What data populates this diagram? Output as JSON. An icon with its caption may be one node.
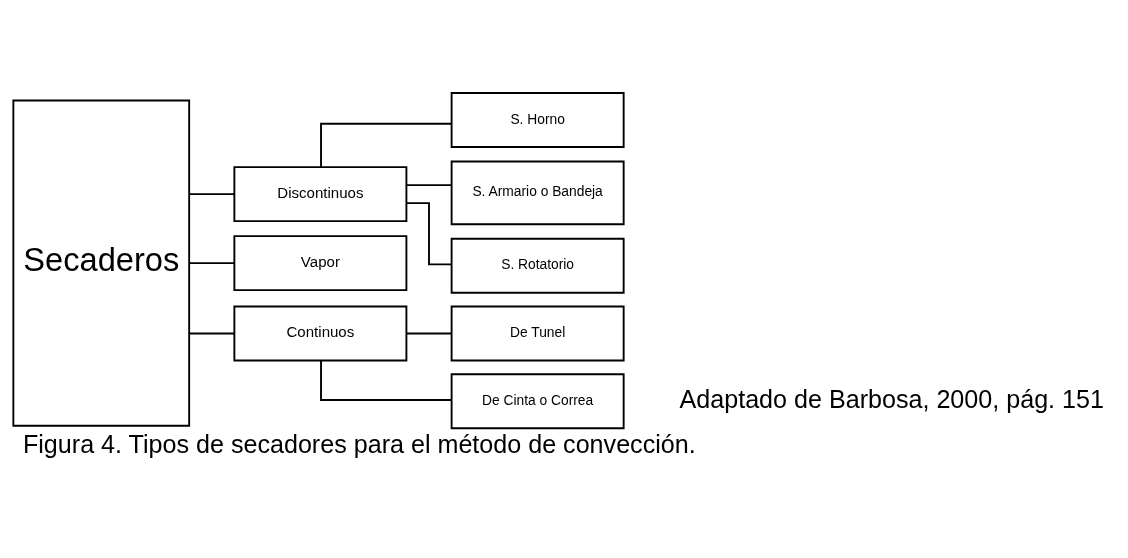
{
  "diagram": {
    "caption": "Figura 4. Tipos de secadores para el método de convección.",
    "nodes": [
      {
        "text": [
          "Secaderos"
        ]
      },
      {
        "text": [
          "Discontinuos"
        ]
      },
      {
        "text": [
          "Vapor"
        ]
      },
      {
        "text": [
          "Continuos"
        ]
      },
      {
        "text": [
          "S. Horno"
        ]
      },
      {
        "text": [
          "S. Armario o Bandeja"
        ]
      },
      {
        "text": [
          "S. Rotatorio"
        ]
      },
      {
        "text": [
          "De Tunel"
        ]
      },
      {
        "text": [
          "De Cinta o Correa"
        ]
      }
    ],
    "edges": [
      {
        "from": 0,
        "to": 1,
        "arrow": "none"
      },
      {
        "from": 0,
        "to": 2,
        "arrow": "none"
      },
      {
        "from": 0,
        "to": 3,
        "arrow": "none"
      },
      {
        "from": 1,
        "to": 4,
        "arrow": "none"
      },
      {
        "from": 1,
        "to": 5,
        "arrow": "none"
      },
      {
        "from": 1,
        "to": 6,
        "arrow": "none"
      },
      {
        "from": 3,
        "to": 7,
        "arrow": "none"
      },
      {
        "from": 3,
        "to": 8,
        "arrow": "none"
      }
    ],
    "labels": [
      "Adaptado de Barbosa, 2000, pág. 151"
    ]
  }
}
